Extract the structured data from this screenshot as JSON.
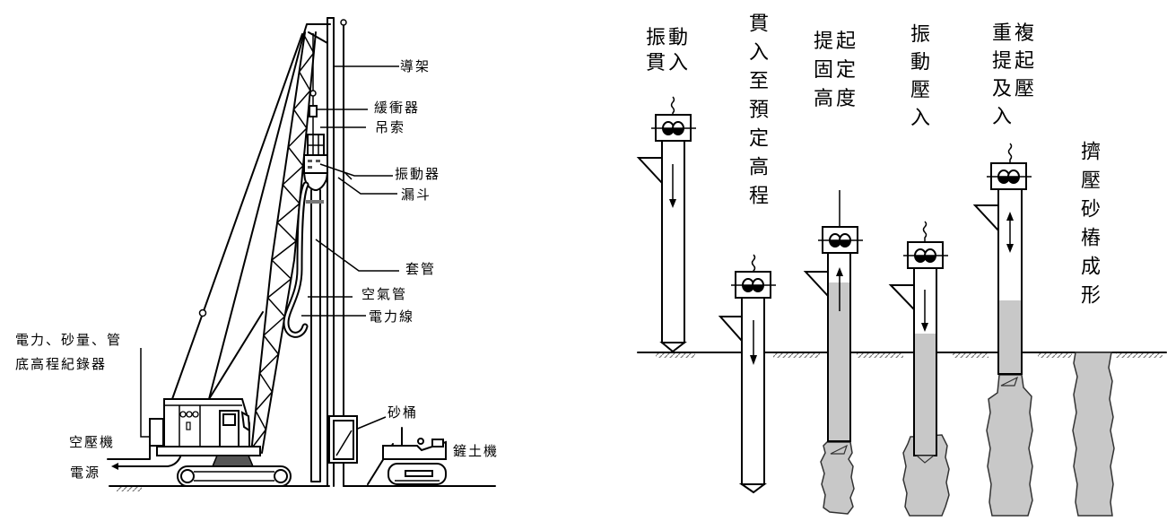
{
  "left_diagram": {
    "name": "sand compaction pile rig",
    "labels": {
      "guide_frame": "導架",
      "buffer": "緩衝器",
      "sling": "吊索",
      "vibrator": "振動器",
      "hopper": "漏斗",
      "casing": "套管",
      "air_pipe": "空氣管",
      "power_cable": "電力線",
      "recorder": [
        "電力、砂量、管",
        "底高程紀錄器"
      ],
      "air_compressor": "空壓機",
      "power_source": "電源",
      "sand_bucket": "砂桶",
      "bulldozer": "鏟土機"
    }
  },
  "right_diagram": {
    "name": "sand pile construction sequence",
    "steps": [
      {
        "id": 1,
        "label_lines": [
          "振動",
          "貫入"
        ],
        "motion": "down",
        "sand_fill": false
      },
      {
        "id": 2,
        "label_vertical": "貫入至預定高程",
        "motion": "down",
        "sand_fill": false
      },
      {
        "id": 3,
        "label_lines": [
          "提起",
          "固定",
          "高度"
        ],
        "motion": "up",
        "sand_fill": true
      },
      {
        "id": 4,
        "label_vertical": "振動壓入",
        "motion": "down",
        "sand_fill": true
      },
      {
        "id": 5,
        "label_lines": [
          "重複",
          "提起",
          "及壓",
          "入"
        ],
        "motion": "up-down",
        "sand_fill": true
      },
      {
        "id": 6,
        "label_vertical": "擠壓砂樁成形",
        "motion": "none",
        "sand_fill": true
      }
    ]
  },
  "colors": {
    "line": "#000000",
    "sand": "#c8c8c8",
    "background": "#ffffff"
  }
}
